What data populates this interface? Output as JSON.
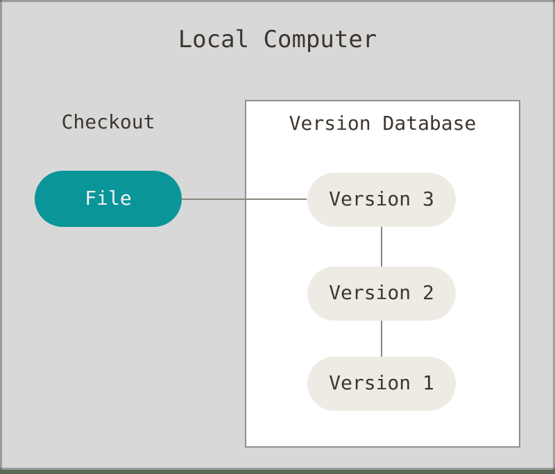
{
  "diagram": {
    "title": "Local Computer",
    "checkout": {
      "label": "Checkout",
      "file_label": "File"
    },
    "version_database": {
      "label": "Version Database",
      "versions": [
        "Version 3",
        "Version 2",
        "Version 1"
      ]
    },
    "connectors": [
      "file-to-version3",
      "version3-to-version2",
      "version2-to-version1"
    ],
    "colors": {
      "background_panel": "#d8d8d8",
      "panel_border": "#9b9b9b",
      "bottom_strip": "#5a6954",
      "file_pill": "#0a9599",
      "file_text": "#f4f3ee",
      "version_pill": "#edebe3",
      "text": "#3d362e",
      "box_bg": "#ffffff",
      "box_border": "#8f8f8f",
      "connector": "#8a847c"
    }
  }
}
